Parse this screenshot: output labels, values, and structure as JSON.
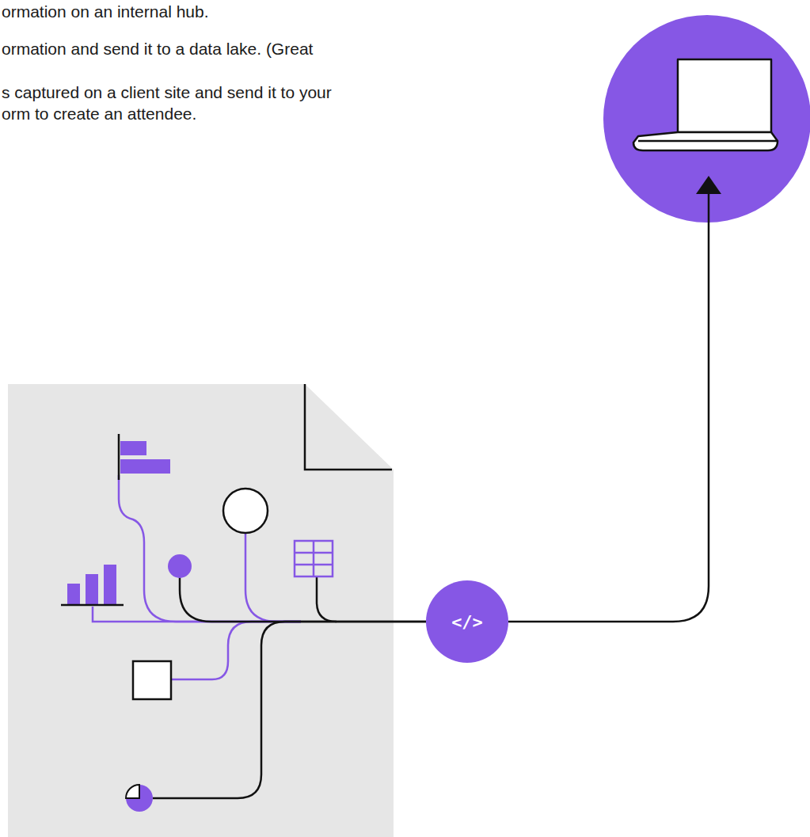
{
  "diagram": {
    "nodes": [
      {
        "text": [
          "</>"
        ]
      }
    ],
    "labels": [
      "ormation on an internal hub.",
      "ormation and send it to a data lake. (Great",
      "s captured on a client site and send it to your",
      "orm to create an attendee."
    ]
  }
}
